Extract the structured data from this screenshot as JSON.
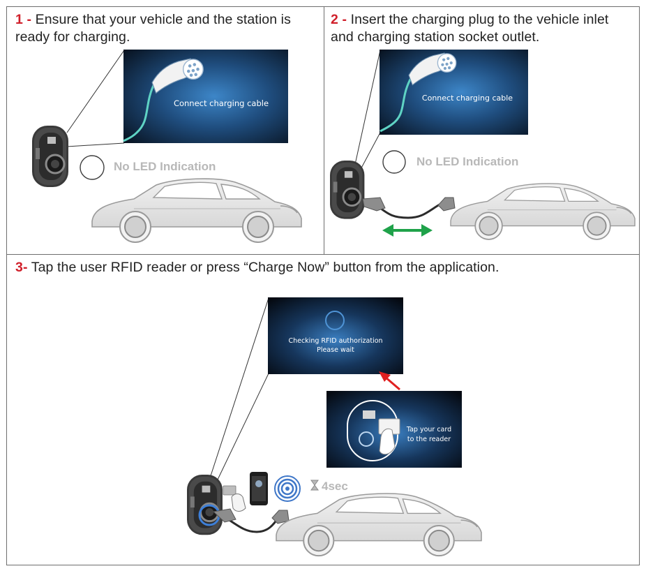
{
  "steps": [
    {
      "number": "1 -",
      "text": "Ensure that your vehicle and the station is ready for charging."
    },
    {
      "number": "2 -",
      "text": "Insert the charging plug to the vehicle inlet and charging station socket outlet."
    },
    {
      "number": "3-",
      "text": "Tap the user RFID reader or press “Charge Now” button from the application."
    }
  ],
  "screens": {
    "connect_1": "Connect charging cable",
    "connect_2": "Connect charging cable",
    "checking_line1": "Checking RFID authorization",
    "checking_line2": "Please wait",
    "tap_line1": "Tap your card",
    "tap_line2": "to the reader"
  },
  "led_labels": {
    "step1": "No LED Indication",
    "step2": "No LED Indication"
  },
  "timer_label": "4sec",
  "colors": {
    "step_number": "#d01f2a",
    "screen_blue": "#2a6cae",
    "cable_teal": "#5fd3c4",
    "arrow_green": "#1fa24a",
    "arrow_red": "#e02020",
    "led_text": "#b8b8b8"
  }
}
